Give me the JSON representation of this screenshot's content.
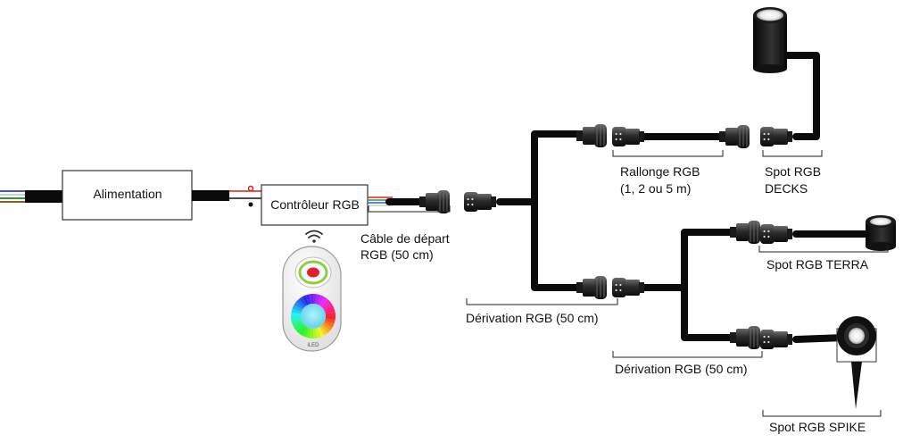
{
  "diagram": {
    "power_supply": {
      "label": "Alimentation"
    },
    "controller": {
      "label": "Contrôleur RGB"
    },
    "start_cable": {
      "line1": "Câble de départ",
      "line2": "RGB (50 cm)"
    },
    "extension": {
      "line1": "Rallonge RGB",
      "line2": "(1, 2 ou 5 m)"
    },
    "spot_decks": {
      "line1": "Spot RGB",
      "line2": "DECKS"
    },
    "spot_terra": {
      "label": "Spot RGB TERRA"
    },
    "spot_spike": {
      "label": "Spot RGB SPIKE"
    },
    "branch_main": {
      "label": "Dérivation RGB (50 cm)"
    },
    "branch_lower": {
      "label": "Dérivation RGB (50 cm)"
    },
    "remote": {
      "brand": "iLED"
    }
  },
  "colors": {
    "cable": "#0b0b0b",
    "wire_red": "#d62020",
    "wire_green": "#2e9a3a",
    "wire_blue": "#3a55d6",
    "wire_white": "#cfcfcf"
  }
}
